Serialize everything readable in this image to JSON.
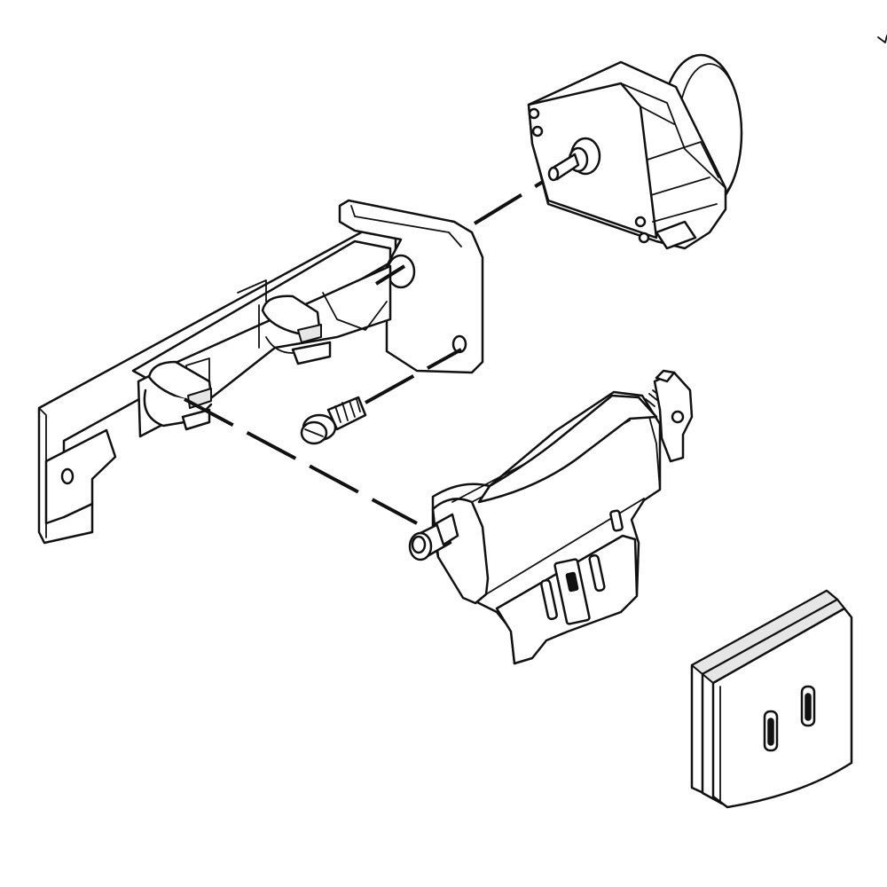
{
  "diagram": {
    "type": "exploded-parts-view",
    "line_color": "#111111",
    "fill_color": "#ffffff",
    "shade_color": "#e6e6e6",
    "parts": [
      {
        "id": "mounting-bracket",
        "icon": "bracket-icon"
      },
      {
        "id": "timer-motor",
        "icon": "motor-icon"
      },
      {
        "id": "mounting-screw",
        "icon": "screw-icon"
      },
      {
        "id": "switch-assembly",
        "icon": "switch-icon"
      },
      {
        "id": "switch-cover-cap",
        "icon": "cap-icon"
      }
    ],
    "text": []
  }
}
